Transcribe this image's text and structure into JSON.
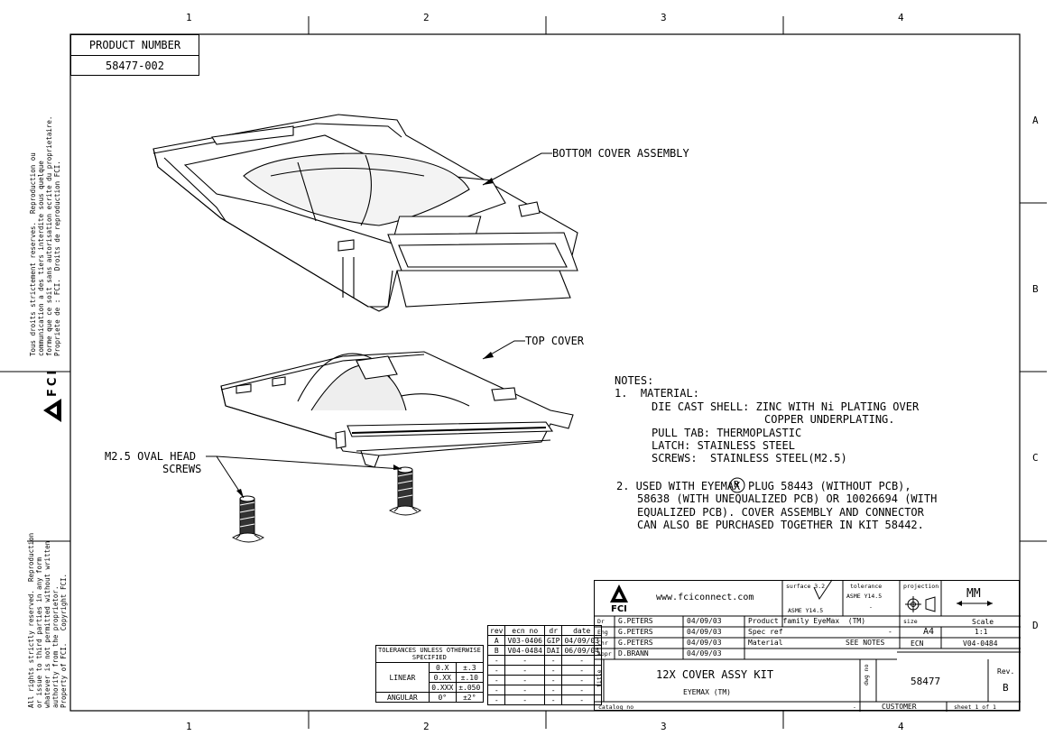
{
  "zone_columns": [
    "1",
    "2",
    "3",
    "4"
  ],
  "zone_rows": [
    "A",
    "B",
    "C",
    "D"
  ],
  "product_number": {
    "label": "PRODUCT NUMBER",
    "value": "58477-002"
  },
  "callouts": {
    "bottom_cover": "BOTTOM COVER ASSEMBLY",
    "top_cover": "TOP COVER",
    "screws_line1": "M2.5 OVAL HEAD",
    "screws_line2": "SCREWS"
  },
  "notes": {
    "heading": "NOTES:",
    "n1": "1.  MATERIAL:",
    "n1a": "DIE CAST SHELL: ZINC WITH Ni PLATING OVER",
    "n1b": "COPPER UNDERPLATING.",
    "n1c": "PULL TAB: THERMOPLASTIC",
    "n1d": "LATCH: STAINLESS STEEL",
    "n1e": "SCREWS:  STAINLESS STEEL(M2.5)",
    "n2a_pre": "2. USED WITH EYEMAX",
    "n2a_mark": "R",
    "n2a_post": "PLUG 58443 (WITHOUT PCB),",
    "n2b": "58638 (WITH UNEQUALIZED PCB) OR 10026694 (WITH",
    "n2c": "EQUALIZED PCB). COVER ASSEMBLY AND CONNECTOR",
    "n2d": "CAN ALSO BE PURCHASED TOGETHER IN KIT 58442."
  },
  "side_left_top": "Tous droits strictement reserves.  Reproduction ou\ncommunication a des tiers interdite sous quelque\nforme que ce soit sans autorisation ecrite du proprietaire.\nPropriete de : FCI.  Droits de reproduction FCI.",
  "side_left_bottom": "All rights strictly reserved.  Reproduction\nor issue to third parties in any form\nwhatever is not permitted without written\nauthority from the proprietor.\nProperty of FCI.   Copyright FCI.",
  "side_logo": "FCI",
  "revisions": {
    "headers": [
      "rev",
      "ecn no",
      "dr",
      "date"
    ],
    "rows": [
      [
        "A",
        "V03-0406",
        "GIP",
        "04/09/03"
      ],
      [
        "B",
        "V04-0484",
        "DAI",
        "06/09/04"
      ],
      [
        "-",
        "-",
        "-",
        "-"
      ],
      [
        "-",
        "-",
        "-",
        "-"
      ],
      [
        "-",
        "-",
        "-",
        "-"
      ],
      [
        "-",
        "-",
        "-",
        "-"
      ],
      [
        "-",
        "-",
        "-",
        "-"
      ]
    ]
  },
  "tolerances": {
    "title": "TOLERANCES UNLESS OTHERWISE",
    "title2": "SPECIFIED",
    "linear": "LINEAR",
    "angular": "ANGULAR",
    "rows": [
      [
        "0.X",
        "±.3"
      ],
      [
        "0.XX",
        "±.10"
      ],
      [
        "0.XXX",
        "±.050"
      ]
    ],
    "angular_row": [
      "0°",
      "±2°"
    ]
  },
  "title_block": {
    "company": "FCI",
    "website": "www.fciconnect.com",
    "surface_label": "surface 3.2",
    "surface_std": "ASME Y14.5",
    "tolerance_label": "tolerance",
    "tolerance_std": "ASME Y14.5",
    "tolerance_dash": "-",
    "projection_label": "projection",
    "units": "MM",
    "people": [
      [
        "Dr",
        "G.PETERS",
        "04/09/03"
      ],
      [
        "Eng",
        "G.PETERS",
        "04/09/03"
      ],
      [
        "Chr",
        "G.PETERS",
        "04/09/03"
      ],
      [
        "Appr",
        "D.BRANN",
        "04/09/03"
      ]
    ],
    "product_family": "Product family EyeMax  (TM)",
    "spec_ref": "Spec ref",
    "spec_ref_value": "-",
    "material": "Material",
    "material_value": "SEE NOTES",
    "size_label": "size",
    "size": "A4",
    "scale_label": "Scale",
    "scale": "1:1",
    "ecn_label": "ECN",
    "ecn": "V04-0484",
    "title_label": "title",
    "title1": "12X COVER ASSY KIT",
    "title2": "EYEMAX (TM)",
    "dwg_label": "dwg no",
    "dwg_no": "58477",
    "rev_label": "Rev.",
    "rev": "B",
    "catalog_label": "catalog no",
    "catalog_value": "-",
    "customer": "CUSTOMER",
    "sheet": "sheet 1 of 1"
  }
}
